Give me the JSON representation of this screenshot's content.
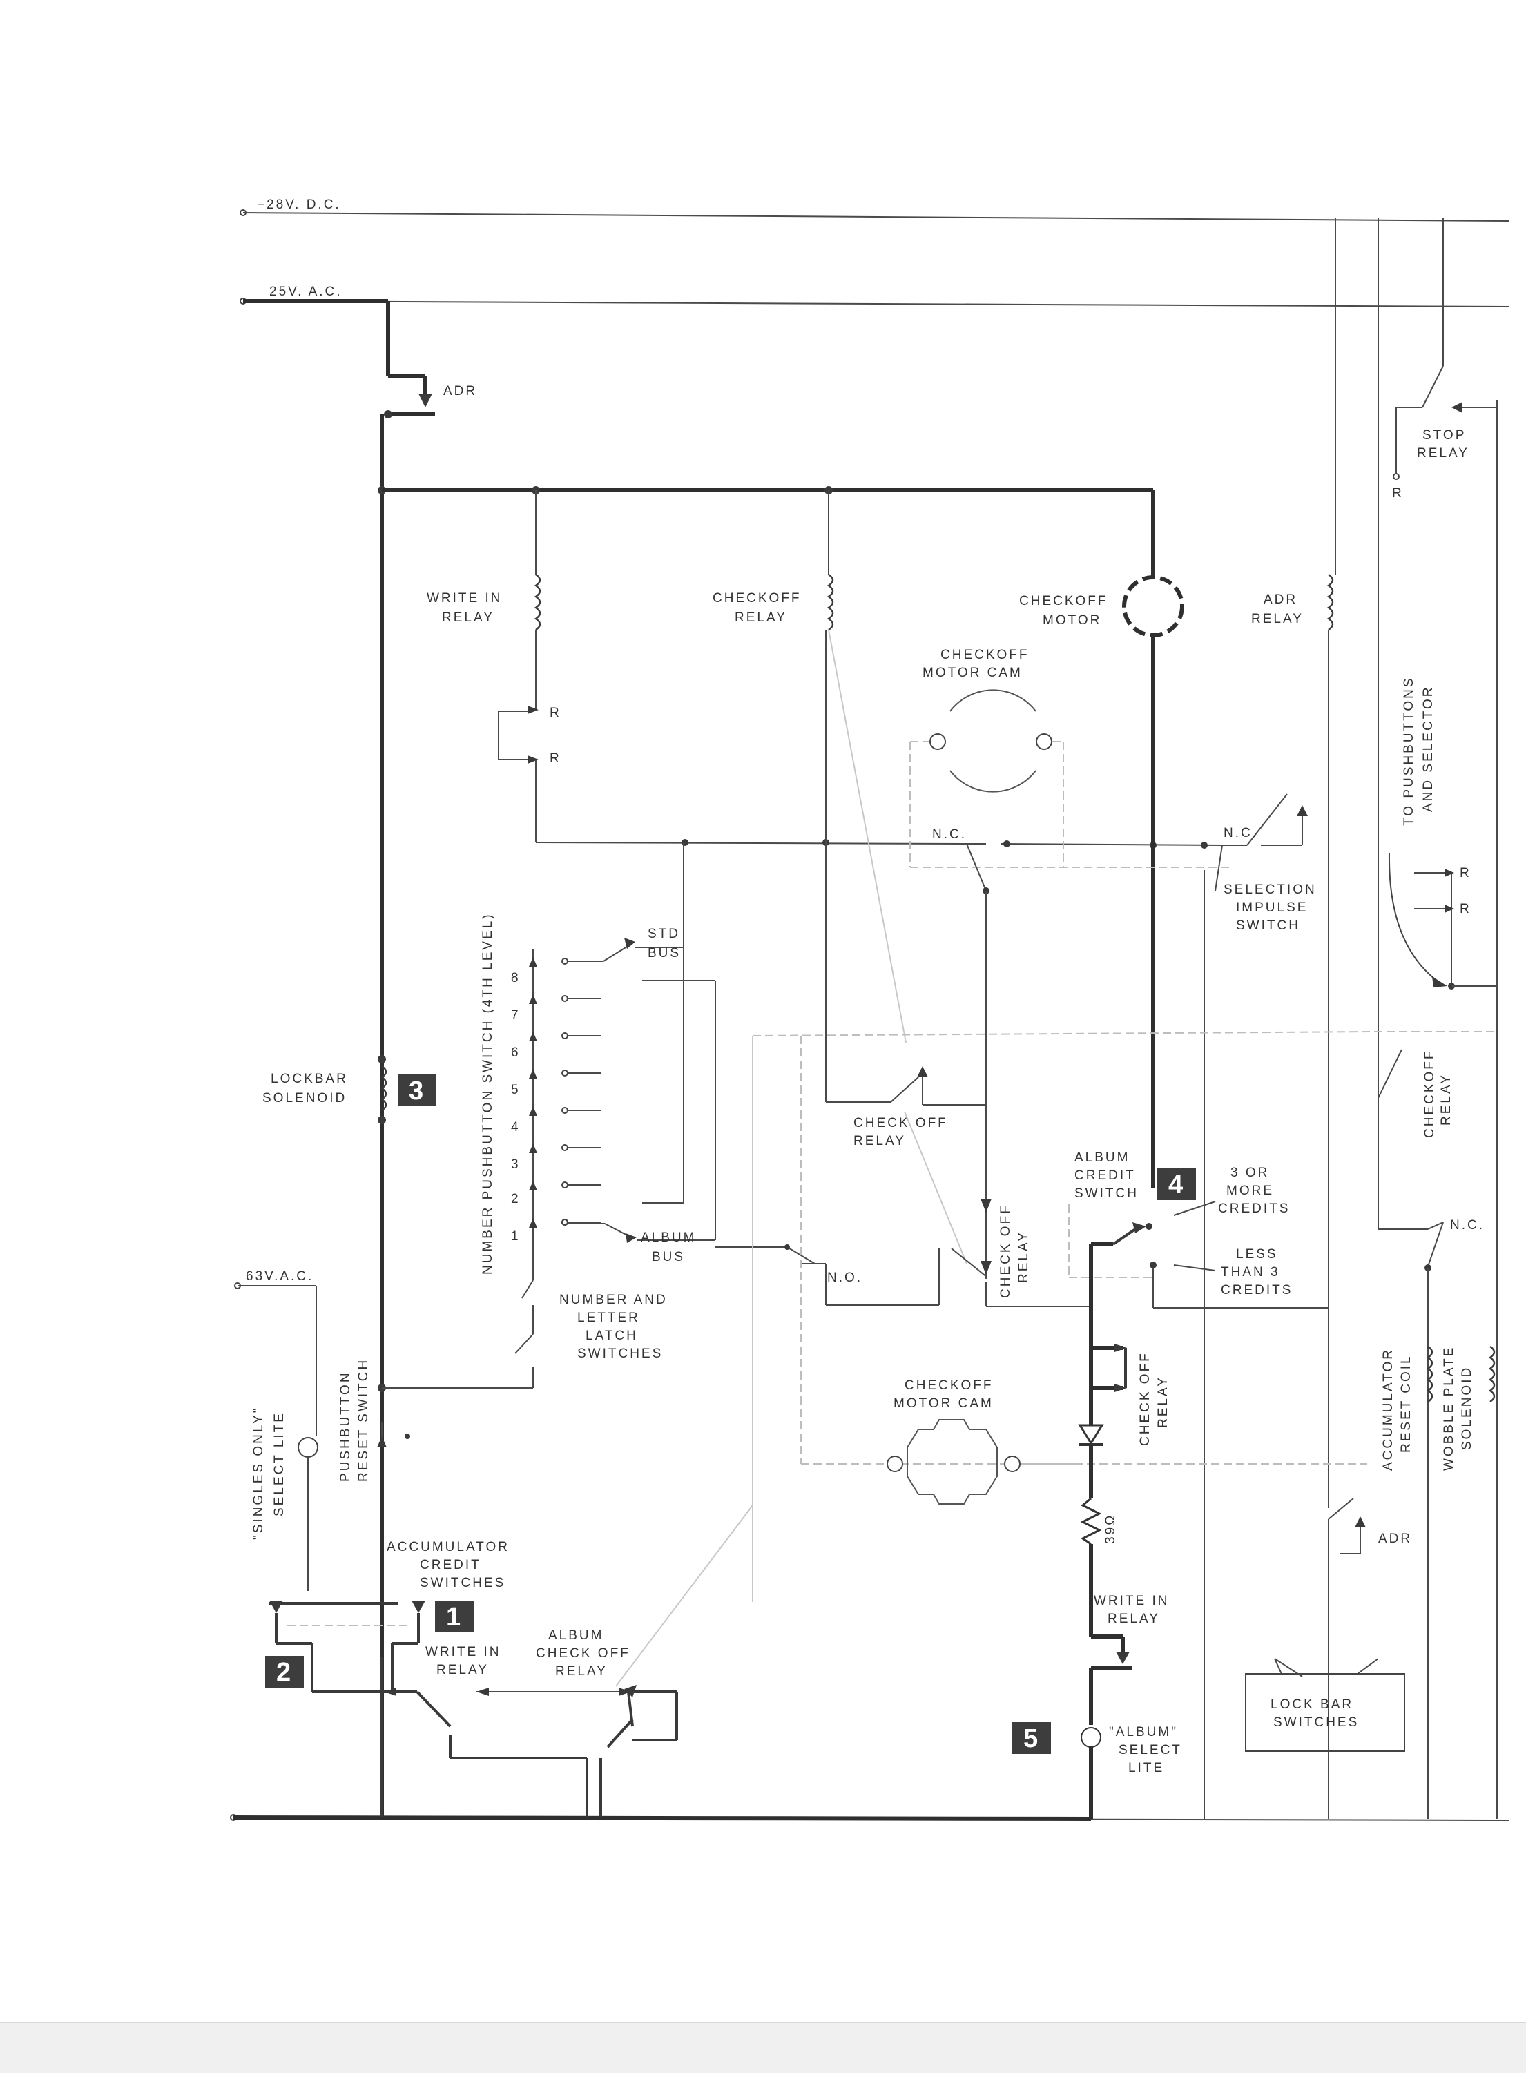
{
  "supply": {
    "dc": "−28V. D.C.",
    "ac25": "25V. A.C.",
    "ac63": "63V.A.C."
  },
  "labels": {
    "adr_top": "ADR",
    "write_in_relay_1": "WRITE IN",
    "write_in_relay_2": "RELAY",
    "checkoff_relay_1": "CHECKOFF",
    "checkoff_relay_2": "RELAY",
    "checkoff_motor_1": "CHECKOFF",
    "checkoff_motor_2": "MOTOR",
    "adr_relay_1": "ADR",
    "adr_relay_2": "RELAY",
    "stop_relay_1": "STOP",
    "stop_relay_2": "RELAY",
    "motor_cam_top_1": "CHECKOFF",
    "motor_cam_top_2": "MOTOR CAM",
    "to_pushbuttons_1": "TO PUSHBUTTONS",
    "to_pushbuttons_2": "AND SELECTOR",
    "nc_1": "N.C.",
    "nc_2": "N.C.",
    "nc_3": "N.O.",
    "nc_4": "N.C.",
    "selection_impulse_1": "SELECTION",
    "selection_impulse_2": "IMPULSE",
    "selection_impulse_3": "SWITCH",
    "std_bus_1": "STD",
    "std_bus_2": "BUS",
    "album_bus_1": "ALBUM",
    "album_bus_2": "BUS",
    "number_pushbutton": "NUMBER PUSHBUTTON SWITCH (4TH LEVEL)",
    "lockbar_1": "LOCKBAR",
    "lockbar_2": "SOLENOID",
    "check_off_relay_mid_1": "CHECK OFF",
    "check_off_relay_mid_2": "RELAY",
    "album_credit_1": "ALBUM",
    "album_credit_2": "CREDIT",
    "album_credit_3": "SWITCH",
    "three_more_1": "3 OR",
    "three_more_2": "MORE",
    "three_more_3": "CREDITS",
    "less_three_1": "LESS",
    "less_three_2": "THAN 3",
    "less_three_3": "CREDITS",
    "check_off_relay_vert_1": "CHECK OFF",
    "check_off_relay_vert_2": "RELAY",
    "number_letter_1": "NUMBER AND",
    "number_letter_2": "LETTER",
    "number_letter_3": "LATCH",
    "number_letter_4": "SWITCHES",
    "motor_cam_bot_1": "CHECKOFF",
    "motor_cam_bot_2": "MOTOR CAM",
    "check_off_relay_low_1": "CHECK OFF",
    "check_off_relay_low_2": "RELAY",
    "resistor": "39Ω",
    "write_in_relay_low_1": "WRITE IN",
    "write_in_relay_low_2": "RELAY",
    "album_select_1": "\"ALBUM\"",
    "album_select_2": "SELECT",
    "album_select_3": "LITE",
    "singles_only_1": "\"SINGLES ONLY\"",
    "singles_only_2": "SELECT LITE",
    "pushbutton_reset_1": "PUSHBUTTON",
    "pushbutton_reset_2": "RESET SWITCH",
    "accum_credit_1": "ACCUMULATOR",
    "accum_credit_2": "CREDIT",
    "accum_credit_3": "SWITCHES",
    "write_in_relay_bot_1": "WRITE IN",
    "write_in_relay_bot_2": "RELAY",
    "album_checkoff_1": "ALBUM",
    "album_checkoff_2": "CHECK OFF",
    "album_checkoff_3": "RELAY",
    "checkoff_relay_right_1": "CHECKOFF",
    "checkoff_relay_right_2": "RELAY",
    "accum_reset_1": "ACCUMULATOR",
    "accum_reset_2": "RESET COIL",
    "wobble_1": "WOBBLE PLATE",
    "wobble_2": "SOLENOID",
    "adr_low": "ADR",
    "lock_bar_1": "LOCK BAR",
    "lock_bar_2": "SWITCHES",
    "r1": "R",
    "r2": "R",
    "r3": "R",
    "r4": "R",
    "r5": "R"
  },
  "pushbutton_numbers": [
    "8",
    "7",
    "6",
    "5",
    "4",
    "3",
    "2",
    "1"
  ],
  "badges": [
    "1",
    "2",
    "3",
    "4",
    "5"
  ]
}
